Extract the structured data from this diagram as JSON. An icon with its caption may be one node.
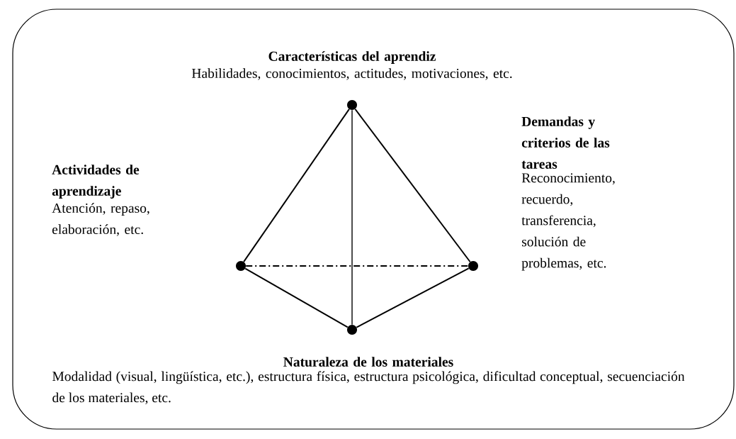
{
  "diagram": {
    "nodes": [
      {
        "text": [],
        "shape": "box"
      },
      {
        "text": [],
        "shape": "circle",
        "in": 0,
        "beside": [
          "Características del aprendiz",
          "Habilidades, conocimientos, actitudes, motivaciones, etc."
        ]
      },
      {
        "text": [],
        "shape": "circle",
        "in": 0,
        "beside": [
          "Actividades de aprendizaje",
          "Atención, repaso, elaboración, etc."
        ]
      },
      {
        "text": [],
        "shape": "circle",
        "in": 0,
        "beside": [
          "Demandas y criterios de las tareas",
          "Reconocimiento, recuerdo, transferencia, solución de problemas, etc."
        ]
      },
      {
        "text": [],
        "shape": "circle",
        "in": 0,
        "beside": [
          "Naturaleza de los materiales",
          "Modalidad (visual, lingüística, etc.), estructura física, estructura psicológica, dificultad conceptual, secuenciación de los materiales, etc."
        ]
      }
    ],
    "edges": [
      {
        "from": 1,
        "to": 2,
        "arrow": "none"
      },
      {
        "from": 1,
        "to": 3,
        "arrow": "none"
      },
      {
        "from": 1,
        "to": 4,
        "arrow": "none"
      },
      {
        "from": 2,
        "to": 3,
        "arrow": "none",
        "style": "dashed"
      },
      {
        "from": 2,
        "to": 4,
        "arrow": "none"
      },
      {
        "from": 3,
        "to": 4,
        "arrow": "none"
      }
    ]
  }
}
